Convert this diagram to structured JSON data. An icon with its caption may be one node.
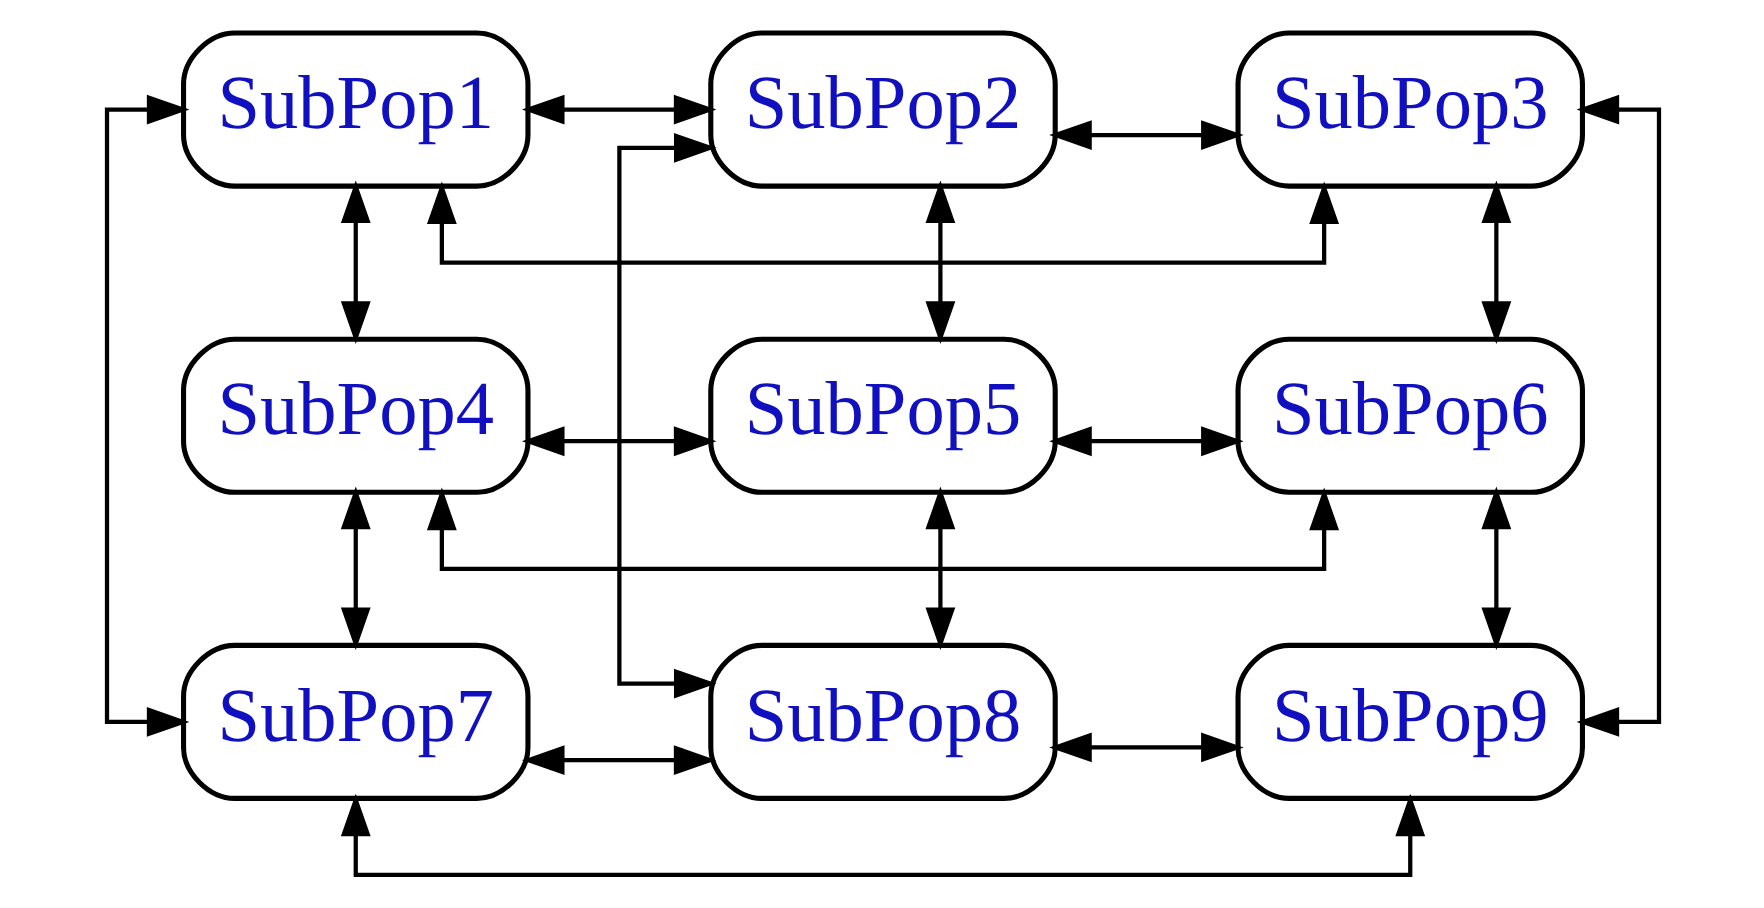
{
  "diagram": {
    "nodes": [
      {
        "text": [
          "SubPop1"
        ]
      },
      {
        "text": [
          "SubPop2"
        ]
      },
      {
        "text": [
          "SubPop3"
        ]
      },
      {
        "text": [
          "SubPop4"
        ]
      },
      {
        "text": [
          "SubPop5"
        ]
      },
      {
        "text": [
          "SubPop6"
        ]
      },
      {
        "text": [
          "SubPop7"
        ]
      },
      {
        "text": [
          "SubPop8"
        ]
      },
      {
        "text": [
          "SubPop9"
        ]
      }
    ],
    "edges": [
      {
        "from": 0,
        "to": 2,
        "arrow": "both"
      },
      {
        "from": 1,
        "to": 7,
        "arrow": "both"
      },
      {
        "from": 0,
        "to": 1,
        "arrow": "both"
      },
      {
        "from": 1,
        "to": 2,
        "arrow": "both"
      },
      {
        "from": 0,
        "to": 6,
        "arrow": "both"
      },
      {
        "from": 2,
        "to": 8,
        "arrow": "both"
      },
      {
        "from": 0,
        "to": 3,
        "arrow": "both"
      },
      {
        "from": 1,
        "to": 4,
        "arrow": "both"
      },
      {
        "from": 2,
        "to": 5,
        "arrow": "both"
      },
      {
        "from": 3,
        "to": 5,
        "arrow": "both"
      },
      {
        "from": 3,
        "to": 4,
        "arrow": "both"
      },
      {
        "from": 4,
        "to": 5,
        "arrow": "both"
      },
      {
        "from": 3,
        "to": 6,
        "arrow": "both"
      },
      {
        "from": 4,
        "to": 7,
        "arrow": "both"
      },
      {
        "from": 5,
        "to": 8,
        "arrow": "both"
      },
      {
        "from": 6,
        "to": 7,
        "arrow": "both"
      },
      {
        "from": 7,
        "to": 8,
        "arrow": "both"
      },
      {
        "from": 6,
        "to": 8,
        "arrow": "both"
      }
    ]
  }
}
